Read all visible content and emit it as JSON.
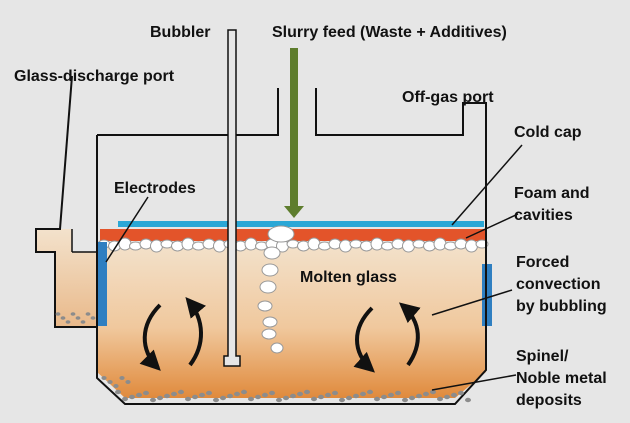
{
  "labels": {
    "bubbler": "Bubbler",
    "slurry_feed": "Slurry feed (Waste + Additives)",
    "glass_discharge_port": "Glass-discharge  port",
    "off_gas_port": "Off-gas port",
    "cold_cap": "Cold cap",
    "electrodes": "Electrodes",
    "foam_and_cavities": [
      "Foam and",
      "cavities"
    ],
    "molten_glass": "Molten glass",
    "forced_convection": [
      "Forced",
      "convection",
      "by bubbling"
    ],
    "spinel_deposits": [
      "Spinel/",
      "Noble metal",
      "deposits"
    ]
  },
  "colors": {
    "background": "#e6e6e6",
    "cold_cap": "#2aa7d6",
    "foam_layer": "#e3542a",
    "molten_glass_top": "#f3e2cc",
    "molten_glass_bottom": "#e08a3c",
    "electrode": "#2f7fc1",
    "feed_arrow": "#5e7d2d",
    "deposits": "#8c8c8c"
  },
  "icons": {
    "circulation": "curved-circulation-arrows",
    "feed": "down-arrow"
  }
}
